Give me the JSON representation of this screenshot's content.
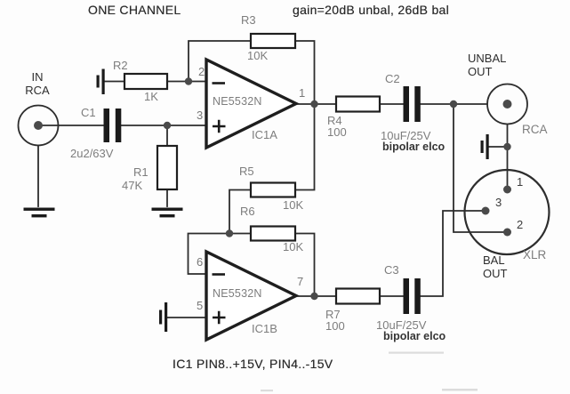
{
  "header": {
    "title": "ONE CHANNEL",
    "gain_note": "gain=20dB unbal, 26dB bal"
  },
  "footer": {
    "supply_note": "IC1 PIN8..+15V, PIN4..-15V"
  },
  "input": {
    "line1": "IN",
    "line2": "RCA"
  },
  "output_unbal": {
    "line1": "UNBAL",
    "line2": "OUT",
    "connector": "RCA"
  },
  "output_bal": {
    "line1": "BAL",
    "line2": "OUT",
    "connector": "XLR",
    "pin1": "1",
    "pin2": "2",
    "pin3": "3"
  },
  "opamp_a": {
    "part": "NE5532N",
    "des": "IC1A",
    "pin_inv": "2",
    "pin_non": "3",
    "pin_out": "1"
  },
  "opamp_b": {
    "part": "NE5532N",
    "des": "IC1B",
    "pin_inv": "6",
    "pin_non": "5",
    "pin_out": "7"
  },
  "r1": {
    "des": "R1",
    "val": "47K"
  },
  "r2": {
    "des": "R2",
    "val": "1K"
  },
  "r3": {
    "des": "R3",
    "val": "10K"
  },
  "r4": {
    "des": "R4",
    "val": "100"
  },
  "r5": {
    "des": "R5",
    "val": "10K"
  },
  "r6": {
    "des": "R6",
    "val": "10K"
  },
  "r7": {
    "des": "R7",
    "val": "100"
  },
  "c1": {
    "des": "C1",
    "val": "2u2/63V"
  },
  "c2": {
    "des": "C2",
    "val": "10uF/25V",
    "note": "bipolar elco"
  },
  "c3": {
    "des": "C3",
    "val": "10uF/25V",
    "note": "bipolar elco"
  },
  "colors": {
    "ink": "#2d2d2d",
    "label_gray": "#7d7d7d",
    "label_dark": "#2e2e2e",
    "dot": "#4a4a4a"
  }
}
